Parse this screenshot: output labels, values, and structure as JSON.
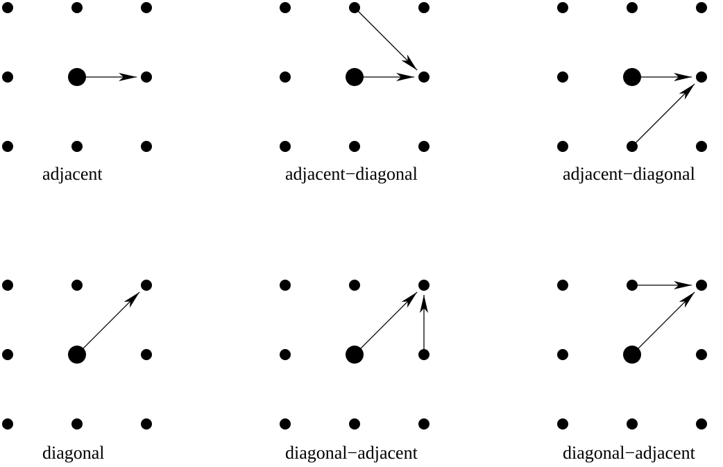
{
  "panels": [
    {
      "caption": "adjacent",
      "arrows": [
        {
          "from": [
            1,
            1
          ],
          "to": [
            2,
            1
          ]
        }
      ]
    },
    {
      "caption": "adjacent−diagonal",
      "arrows": [
        {
          "from": [
            1,
            1
          ],
          "to": [
            2,
            1
          ]
        },
        {
          "from": [
            1,
            0
          ],
          "to": [
            2,
            1
          ]
        }
      ]
    },
    {
      "caption": "adjacent−diagonal",
      "arrows": [
        {
          "from": [
            1,
            1
          ],
          "to": [
            2,
            1
          ]
        },
        {
          "from": [
            1,
            2
          ],
          "to": [
            2,
            1
          ]
        }
      ]
    },
    {
      "caption": "diagonal",
      "arrows": [
        {
          "from": [
            1,
            1
          ],
          "to": [
            2,
            0
          ]
        }
      ]
    },
    {
      "caption": "diagonal−adjacent",
      "arrows": [
        {
          "from": [
            1,
            1
          ],
          "to": [
            2,
            0
          ]
        },
        {
          "from": [
            2,
            1
          ],
          "to": [
            2,
            0
          ]
        }
      ]
    },
    {
      "caption": "diagonal−adjacent",
      "arrows": [
        {
          "from": [
            1,
            1
          ],
          "to": [
            2,
            0
          ]
        },
        {
          "from": [
            1,
            0
          ],
          "to": [
            2,
            0
          ]
        }
      ]
    }
  ],
  "grid": {
    "columns": 3,
    "rows": 3,
    "center_node": [
      1,
      1
    ]
  },
  "colors": {
    "ink": "#000000",
    "background": "#ffffff"
  }
}
